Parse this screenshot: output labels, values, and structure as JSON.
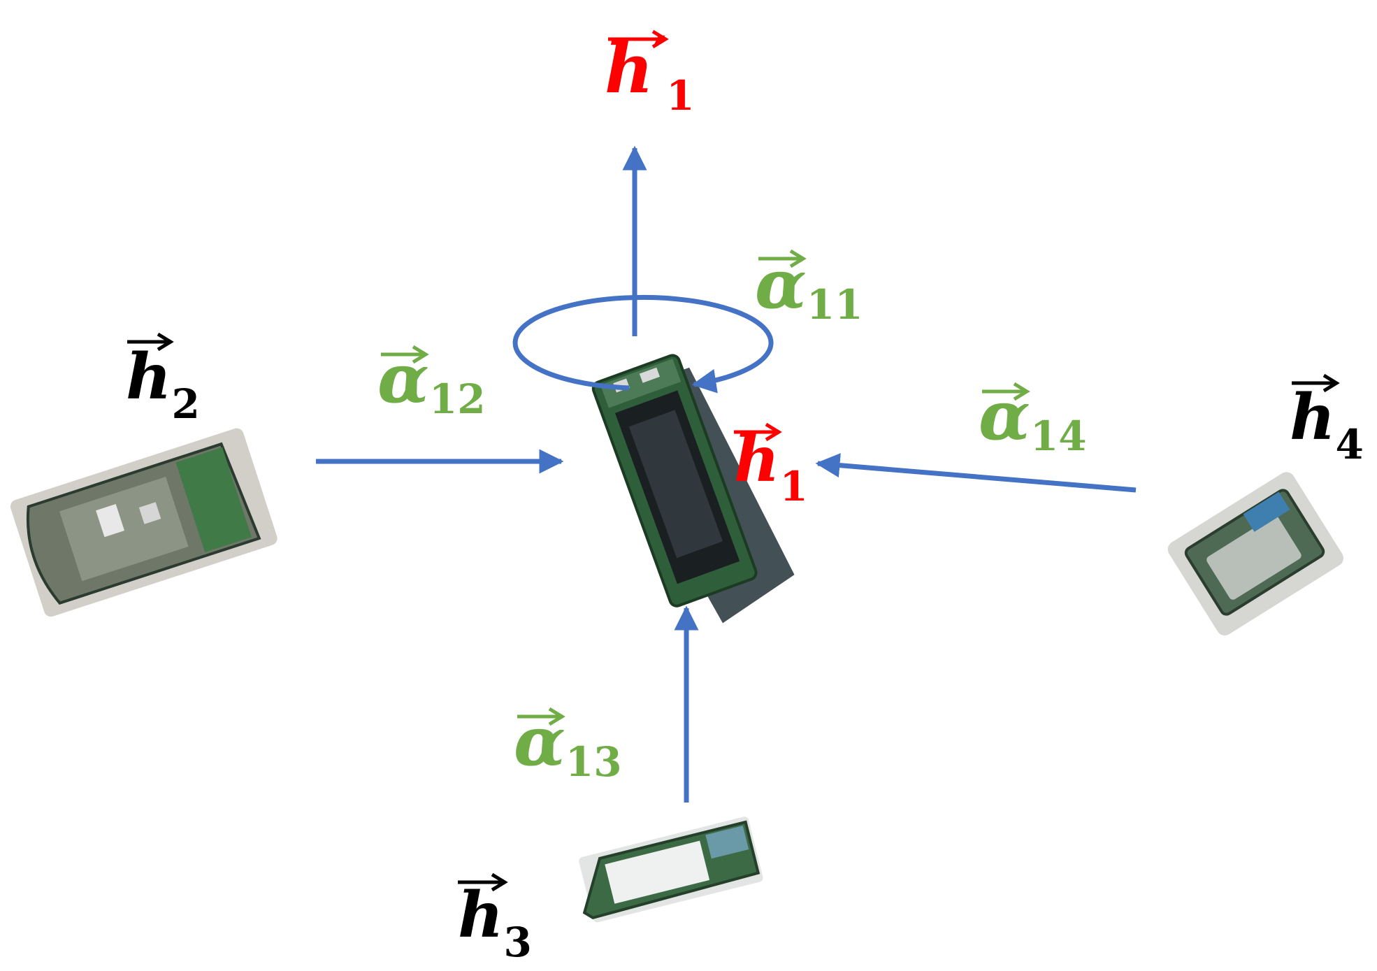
{
  "colors": {
    "arrow": "#4472C4",
    "primary_label": "#FF0000",
    "attention_label": "#70AD47",
    "neighbor_label": "#000000",
    "ship_hull": "#2f5e3a",
    "ship_shadow": "#1c2a30"
  },
  "labels": {
    "h1_prime": {
      "base": "h",
      "prime": "′",
      "sub": "1"
    },
    "h1": {
      "base": "h",
      "sub": "1"
    },
    "h2": {
      "base": "h",
      "sub": "2"
    },
    "h3": {
      "base": "h",
      "sub": "3"
    },
    "h4": {
      "base": "h",
      "sub": "4"
    },
    "a11": {
      "base": "α",
      "sub": "11"
    },
    "a12": {
      "base": "α",
      "sub": "12"
    },
    "a13": {
      "base": "α",
      "sub": "13"
    },
    "a14": {
      "base": "α",
      "sub": "14"
    }
  }
}
